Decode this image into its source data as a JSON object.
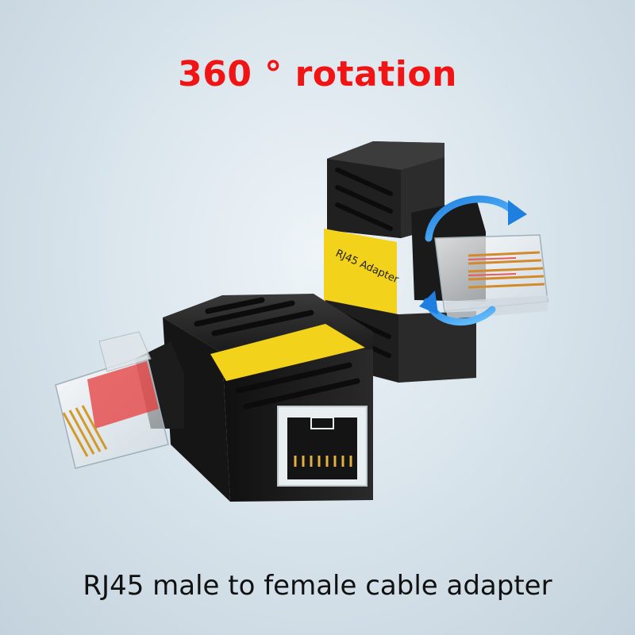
{
  "headline": "360 ° rotation",
  "caption": "RJ45 male to female cable adapter",
  "label_text": "RJ45 Adapter",
  "colors": {
    "headline": "#f01414",
    "body": "#1c1c1c",
    "label": "#f2d21a",
    "arrow": "#1e7fe0"
  },
  "icons": [
    "rotation-arrow-icon"
  ]
}
